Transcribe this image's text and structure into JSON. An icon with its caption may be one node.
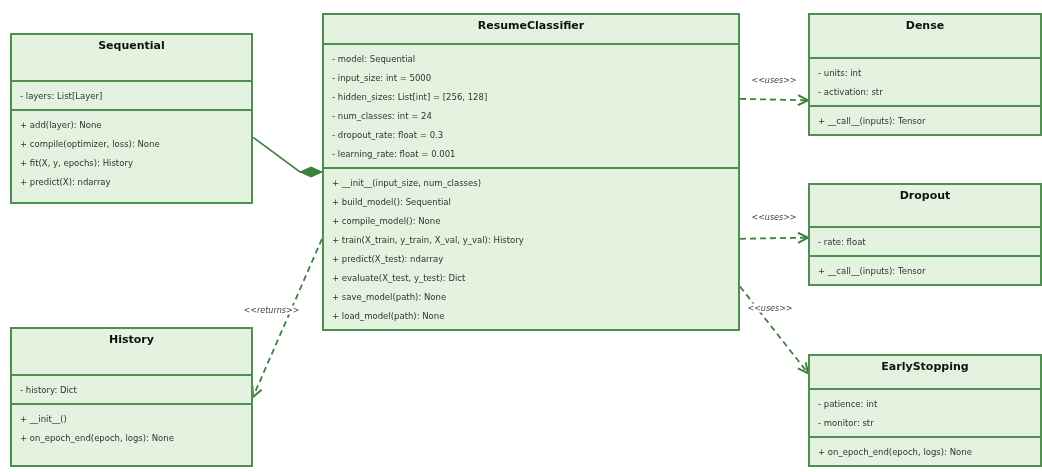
{
  "diagram": {
    "nodes": [
      {
        "text": [
          "Sequential"
        ]
      },
      {
        "text": [
          "- layers: List[Layer]"
        ],
        "in": 0
      },
      {
        "text": [
          "+ add(layer): None",
          "+ compile(optimizer, loss): None",
          "+ fit(X, y, epochs): History",
          "+ predict(X): ndarray"
        ],
        "in": 0
      },
      {
        "text": [
          "History"
        ]
      },
      {
        "text": [
          "- history: Dict"
        ],
        "in": 3
      },
      {
        "text": [
          "+ __init__()",
          "+ on_epoch_end(epoch, logs): None"
        ],
        "in": 3
      },
      {
        "text": [
          "ResumeClassifier"
        ]
      },
      {
        "text": [
          "- model: Sequential",
          "- input_size: int = 5000",
          "- hidden_sizes: List[int] = [256, 128]",
          "- num_classes: int = 24",
          "- dropout_rate: float = 0.3",
          "- learning_rate: float = 0.001"
        ],
        "in": 6
      },
      {
        "text": [
          "+ __init__(input_size, num_classes)",
          "+ build_model(): Sequential",
          "+ compile_model(): None",
          "+ train(X_train, y_train, X_val, y_val): History",
          "+ predict(X_test): ndarray",
          "+ evaluate(X_test, y_test): Dict",
          "+ save_model(path): None",
          "+ load_model(path): None"
        ],
        "in": 6
      },
      {
        "text": [
          "Dense"
        ]
      },
      {
        "text": [
          "- units: int",
          "- activation: str"
        ],
        "in": 9
      },
      {
        "text": [
          "+ __call__(inputs): Tensor"
        ],
        "in": 9
      },
      {
        "text": [
          "Dropout"
        ]
      },
      {
        "text": [
          "- rate: float"
        ],
        "in": 12
      },
      {
        "text": [
          "+ __call__(inputs): Tensor"
        ],
        "in": 12
      },
      {
        "text": [
          "EarlyStopping"
        ]
      },
      {
        "text": [
          "- patience: int",
          "- monitor: str"
        ],
        "in": 15
      },
      {
        "text": [
          "+ on_epoch_end(epoch, logs): None"
        ],
        "in": 15
      }
    ],
    "edges": [
      {
        "from": 6,
        "to": 0,
        "arrow": "other"
      },
      {
        "from": 6,
        "to": 3,
        "arrow": "to",
        "style": "dashed",
        "label": "<<returns>>"
      },
      {
        "from": 6,
        "to": 9,
        "arrow": "to",
        "style": "dashed",
        "label": "<<uses>>"
      },
      {
        "from": 6,
        "to": 12,
        "arrow": "to",
        "style": "dashed",
        "label": "<<uses>>"
      },
      {
        "from": 6,
        "to": 15,
        "arrow": "to",
        "style": "dashed",
        "label": "<<uses>>"
      }
    ]
  }
}
